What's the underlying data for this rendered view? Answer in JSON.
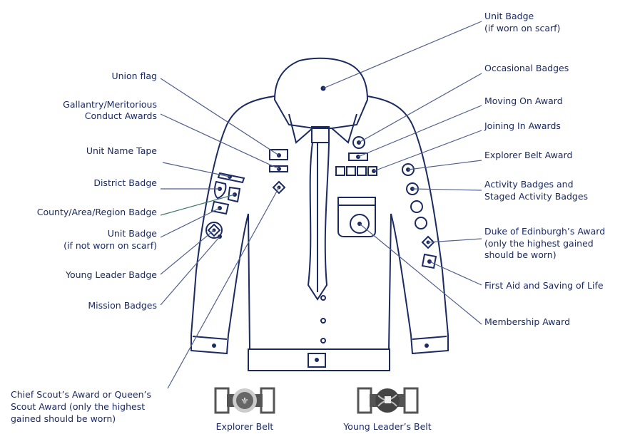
{
  "left_labels": {
    "union_flag": "Union flag",
    "gallantry_1": "Gallantry/Meritorious",
    "gallantry_2": "Conduct Awards",
    "unit_name_tape": "Unit Name Tape",
    "district_badge": "District Badge",
    "county_badge": "County/Area/Region Badge",
    "unit_badge_1": "Unit Badge",
    "unit_badge_2": "(if not worn on scarf)",
    "young_leader": "Young Leader Badge",
    "mission": "Mission Badges",
    "chief_scout_1": "Chief Scout’s Award or Queen’s",
    "chief_scout_2": "Scout Award (only the highest",
    "chief_scout_3": "gained should be worn)"
  },
  "right_labels": {
    "unit_badge_scarf_1": "Unit Badge",
    "unit_badge_scarf_2": "(if worn on scarf)",
    "occasional": "Occasional Badges",
    "moving_on": "Moving On Award",
    "joining_in": "Joining In Awards",
    "explorer_belt_award": "Explorer Belt Award",
    "activity_1": "Activity Badges and",
    "activity_2": "Staged Activity Badges",
    "dofe_1": "Duke of Edinburgh’s Award",
    "dofe_2": "(only the highest gained",
    "dofe_3": "should be worn)",
    "first_aid": "First Aid and Saving of Life",
    "membership": "Membership Award"
  },
  "belts": {
    "explorer": "Explorer Belt",
    "young_leader": "Young Leader’s Belt"
  },
  "colors": {
    "navy": "#1b2a63",
    "leader_line": "#51608e",
    "belt_grey": "#555555"
  }
}
